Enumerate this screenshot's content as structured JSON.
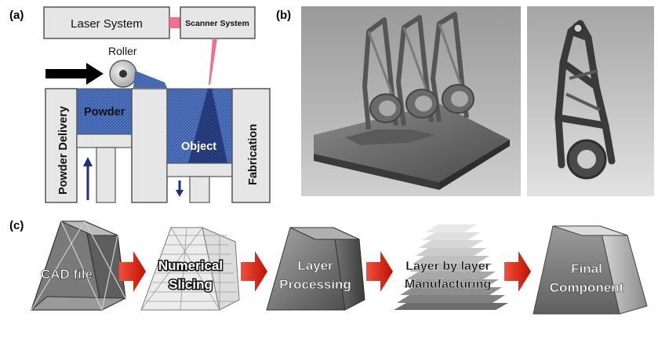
{
  "panel_a": {
    "label": "(a)",
    "laser_system": "Laser System",
    "scanner_system": "Scanner System",
    "roller": "Roller",
    "powder": "Powder",
    "powder_delivery": "Powder Delivery",
    "object": "Object",
    "fabrication": "Fabrication"
  },
  "panel_b": {
    "label": "(b)"
  },
  "panel_c": {
    "label": "(c)",
    "steps": [
      {
        "line1": "CAD file",
        "line2": ""
      },
      {
        "line1": "Numerical",
        "line2": "Slicing"
      },
      {
        "line1": "Layer",
        "line2": "Processing"
      },
      {
        "line1": "Layer by layer",
        "line2": "Manufacturing"
      },
      {
        "line1": "Final",
        "line2": "Component"
      }
    ]
  },
  "colors": {
    "box_fill": "#e6e6e6",
    "box_stroke": "#555555",
    "powder_blue": "#3b5ea8",
    "object_dark": "#1f3470",
    "laser_pink": "#f07090",
    "arrow_red": "#e02010",
    "arrow_blue": "#1c2f80"
  }
}
